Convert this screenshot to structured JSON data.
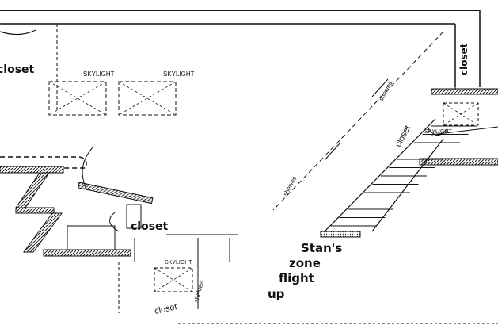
{
  "plan": {
    "labels": {
      "closet_top_left": "closet",
      "skylight_1": "SKYLIGHT",
      "skylight_2": "SKYLIGHT",
      "skylight_right": "SKYLIGHT",
      "skylight_bottom": "SKYLIGHT",
      "closet_center": "closet",
      "closet_right_vertical": "closet",
      "closet_stair": "closet",
      "shelves_top": "shelves",
      "shelves_stair": "shelves",
      "shelves_bottom": "shelves",
      "stans_line1": "Stan's",
      "stans_line2": "zone",
      "stans_line3": "flight",
      "stans_line4": "up",
      "closet_bottom": "closet"
    }
  }
}
